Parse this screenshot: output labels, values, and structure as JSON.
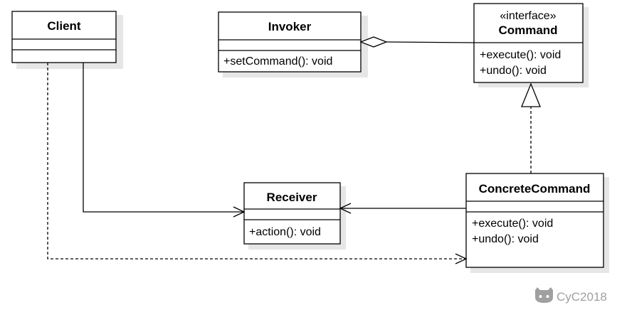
{
  "classes": {
    "client": {
      "name": "Client",
      "members": []
    },
    "invoker": {
      "name": "Invoker",
      "members": [
        "+setCommand(): void"
      ]
    },
    "command": {
      "stereotype": "«interface»",
      "name": "Command",
      "members": [
        "+execute(): void",
        "+undo(): void"
      ]
    },
    "receiver": {
      "name": "Receiver",
      "members": [
        "+action(): void"
      ]
    },
    "concrete_command": {
      "name": "ConcreteCommand",
      "members": [
        "+execute(): void",
        "+undo(): void"
      ]
    }
  },
  "relations": [
    {
      "from": "Invoker",
      "to": "Command",
      "kind": "aggregation"
    },
    {
      "from": "ConcreteCommand",
      "to": "Command",
      "kind": "realization"
    },
    {
      "from": "Client",
      "to": "Receiver",
      "kind": "association"
    },
    {
      "from": "ConcreteCommand",
      "to": "Receiver",
      "kind": "association"
    },
    {
      "from": "Client",
      "to": "ConcreteCommand",
      "kind": "dependency"
    }
  ],
  "watermark": {
    "text": "CyC2018",
    "icon": "github-cat-icon",
    "color": "#a0a0a0"
  }
}
